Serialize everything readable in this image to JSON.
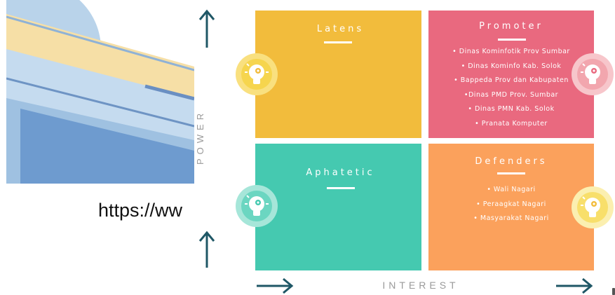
{
  "background": {
    "url_text": "https://ww"
  },
  "axes": {
    "vertical_label": "POWER",
    "horizontal_label": "INTEREST"
  },
  "quadrants": {
    "latens": {
      "title": "Latens",
      "color": "#F2BC3C",
      "items": []
    },
    "promoter": {
      "title": "Promoter",
      "color": "#E9697F",
      "items": [
        "• Dinas Kominfotik Prov Sumbar",
        "• Dinas Kominfo Kab. Solok",
        "• Bappeda Prov dan Kabupaten",
        "•Dinas PMD Prov. Sumbar",
        "• Dinas PMN Kab. Solok",
        "• Pranata Komputer"
      ]
    },
    "aphatetic": {
      "title": "Aphatetic",
      "color": "#45C9B0",
      "items": []
    },
    "defenders": {
      "title": "Defenders",
      "color": "#FBA15C",
      "items": [
        "• Wali Nagari",
        "• Peraagkat Nagari",
        "• Masyarakat Nagari"
      ]
    }
  },
  "icons": {
    "latens_icon": "lightbulb-gear-icon",
    "promoter_icon": "lightbulb-gear-icon",
    "aphatetic_icon": "lightbulb-gear-icon",
    "defenders_icon": "lightbulb-gear-icon"
  },
  "colors": {
    "arrow": "#1F5766",
    "axis_text": "#9A9A9A"
  }
}
